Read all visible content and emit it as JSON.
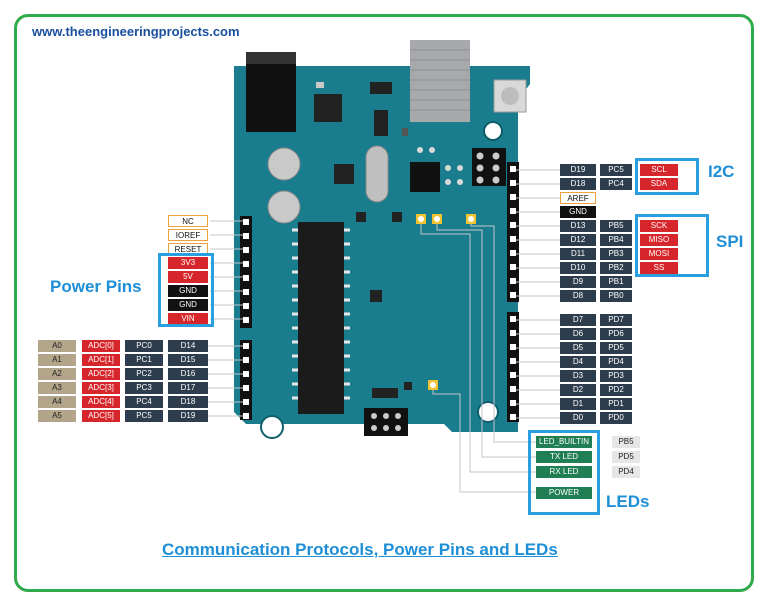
{
  "site_url": "www.theengineeringprojects.com",
  "caption": "Communication Protocols, Power Pins and LEDs",
  "groups": {
    "power": "Power Pins",
    "i2c": "I2C",
    "spi": "SPI",
    "leds": "LEDs"
  },
  "power_header": {
    "labels": [
      "NC",
      "IOREF",
      "RESET",
      "3V3",
      "5V",
      "GND",
      "GND",
      "VIN"
    ],
    "styles": [
      "wo",
      "wo",
      "wo",
      "red",
      "red",
      "blk",
      "blk",
      "red"
    ]
  },
  "analog_pins": [
    [
      "A0",
      "ADC[0]",
      "PC0",
      "D14"
    ],
    [
      "A1",
      "ADC[1]",
      "PC1",
      "D15"
    ],
    [
      "A2",
      "ADC[2]",
      "PC2",
      "D16"
    ],
    [
      "A3",
      "ADC[3]",
      "PC3",
      "D17"
    ],
    [
      "A4",
      "ADC[4]",
      "PC4",
      "D18"
    ],
    [
      "A5",
      "ADC[5]",
      "PC5",
      "D19"
    ]
  ],
  "top_header": {
    "d19": "D19",
    "pc5": "PC5",
    "scl": "SCL",
    "d18": "D18",
    "pc4": "PC4",
    "sda": "SDA",
    "aref": "AREF",
    "gnd": "GND"
  },
  "spi_rows": [
    [
      "D13",
      "PB5",
      "SCK"
    ],
    [
      "D12",
      "PB4",
      "MISO"
    ],
    [
      "D11",
      "PB3",
      "MOSI"
    ],
    [
      "D10",
      "PB2",
      "SS"
    ]
  ],
  "pwm_rows": [
    [
      "D9",
      "PB1"
    ],
    [
      "D8",
      "PB0"
    ]
  ],
  "digital_rows": [
    [
      "D7",
      "PD7"
    ],
    [
      "D6",
      "PD6"
    ],
    [
      "D5",
      "PD5"
    ],
    [
      "D4",
      "PD4"
    ],
    [
      "D3",
      "PD3"
    ],
    [
      "D2",
      "PD2"
    ],
    [
      "D1",
      "PD1"
    ],
    [
      "D0",
      "PD0"
    ]
  ],
  "led_labels": [
    "LED_BUILTIN",
    "TX LED",
    "RX LED",
    "POWER"
  ],
  "led_ports": [
    "PB5",
    "PD5",
    "PD4"
  ],
  "colors": {
    "board": "#1a7d8e",
    "frame": "#2faa4a",
    "accent": "#1e8fd6",
    "pin_red": "#d7262b",
    "pin_dark": "#2d3d4d",
    "pin_tan": "#b3a58a",
    "led_green": "#1f7e53"
  }
}
